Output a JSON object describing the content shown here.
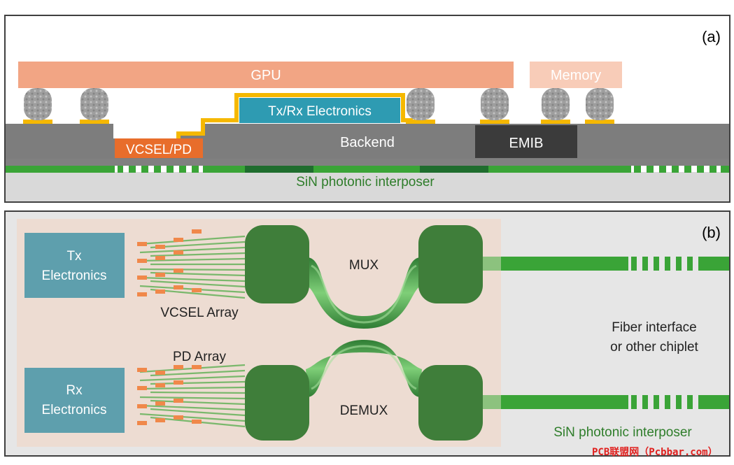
{
  "panel_a": {
    "tag": "(a)",
    "gpu": "GPU",
    "memory": "Memory",
    "txrx": "Tx/Rx Electronics",
    "vcsel_pd": "VCSEL/PD",
    "backend": "Backend",
    "emib": "EMIB",
    "interposer": "SiN photonic interposer"
  },
  "panel_b": {
    "tag": "(b)",
    "tx_line1": "Tx",
    "tx_line2": "Electronics",
    "rx_line1": "Rx",
    "rx_line2": "Electronics",
    "vcsel_array": "VCSEL Array",
    "pd_array": "PD Array",
    "mux": "MUX",
    "demux": "DEMUX",
    "fiber_line1": "Fiber interface",
    "fiber_line2": "or other chiplet",
    "interposer": "SiN photonic interposer"
  },
  "watermark": "PCB联盟网（Pcbbar.com）",
  "colors": {
    "gpu": "#f2a584",
    "memory": "#f8ccb8",
    "txrx": "#2e9bb2",
    "gold": "#f5b800",
    "vcsel": "#e86d2b",
    "backend": "#7d7d7d",
    "emib": "#3b3b3b",
    "green": "#3aa437",
    "dark_green": "#1f6d2e",
    "electronics_box": "#5e9fad",
    "panel_b_bg": "#eddcd2",
    "interposer_gray": "#d9d9d9"
  }
}
